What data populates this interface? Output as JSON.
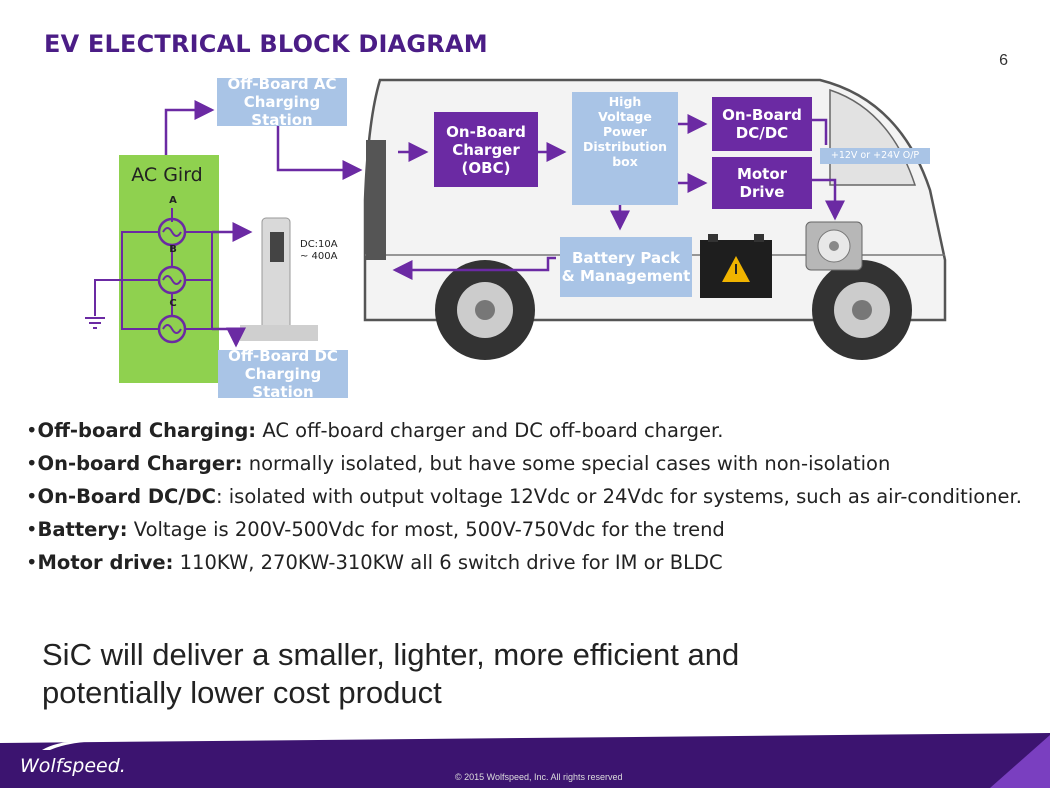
{
  "slide": {
    "title": "EV ELECTRICAL BLOCK DIAGRAM",
    "page_number": "6"
  },
  "diagram": {
    "ac_grid": {
      "label": "AC Gird",
      "phases": [
        "A",
        "B",
        "C"
      ]
    },
    "offboard_ac": "Off-Board AC\nCharging Station",
    "offboard_dc": "Off-Board DC\nCharging Station",
    "dc_note": "DC:10A\n~ 400A",
    "obc": "On-Board\nCharger\n(OBC)",
    "hv_box": "High\nVoltage\nPower\nDistribution\nbox",
    "onboard_dcdc": "On-Board\nDC/DC",
    "motor_drive": "Motor\nDrive",
    "battery": "Battery Pack\n& Management",
    "dcdc_output": "+12V or +24V O/P"
  },
  "bullets": [
    {
      "head": "Off-board Charging:",
      "text": " AC off-board charger and DC off-board charger."
    },
    {
      "head": "On-board Charger:",
      "text": " normally isolated, but have some special cases with non-isolation"
    },
    {
      "head": "On-Board DC/DC",
      "text": ": isolated with output voltage 12Vdc or 24Vdc for systems, such as air-conditioner."
    },
    {
      "head": "Battery:",
      "text": " Voltage is 200V-500Vdc for most, 500V-750Vdc for the trend"
    },
    {
      "head": "Motor drive:",
      "text": "  110KW, 270KW-310KW all 6 switch drive for IM or BLDC"
    }
  ],
  "tagline": "SiC will deliver a smaller, lighter, more efficient and potentially lower cost product",
  "footer": {
    "logo": "Wolfspeed.",
    "copyright": "© 2015 Wolfspeed, Inc. All rights reserved"
  },
  "colors": {
    "title": "#4b1d86",
    "purple_box": "#6b2aa3",
    "blue_box": "#a9c4e6",
    "grid_green": "#8fd14f",
    "footer_band": "#3c1470"
  }
}
